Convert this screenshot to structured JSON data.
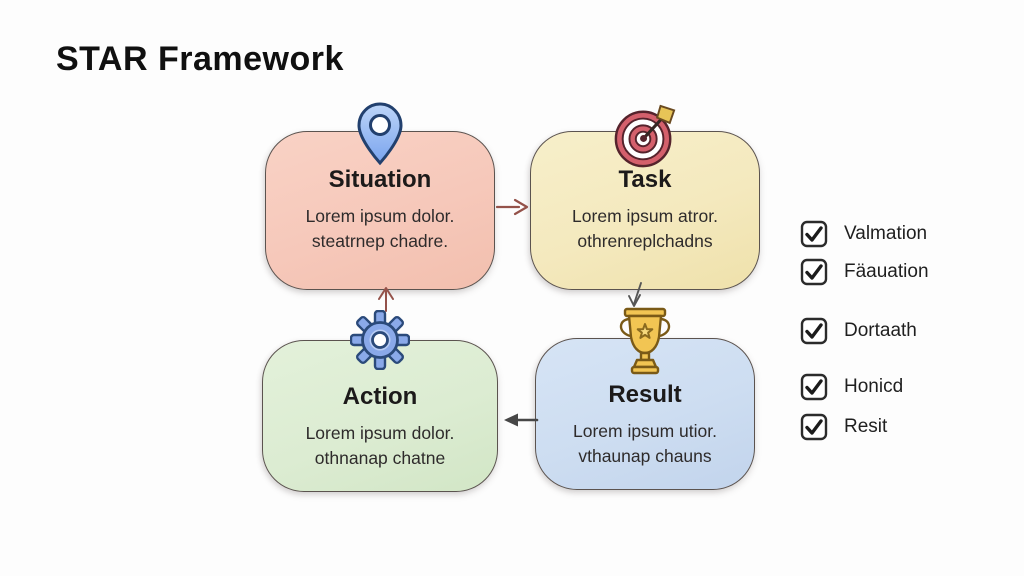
{
  "title": "STAR Framework",
  "boxes": [
    {
      "id": "situation",
      "label": "Situation",
      "icon": "location-pin-icon",
      "fill": "#f6c8ba",
      "lines": [
        "Lorem ipsum dolor.",
        "steatrnep chadre."
      ]
    },
    {
      "id": "task",
      "label": "Task",
      "icon": "target-icon",
      "fill": "#f4e9be",
      "lines": [
        "Lorem ipsum atror.",
        "othrenreplchadns"
      ]
    },
    {
      "id": "action",
      "label": "Action",
      "icon": "gear-icon",
      "fill": "#dcecd2",
      "lines": [
        "Lorem ipsum dolor.",
        "othnanap chatne"
      ]
    },
    {
      "id": "result",
      "label": "Result",
      "icon": "trophy-icon",
      "fill": "#cdddf1",
      "lines": [
        "Lorem ipsum utior.",
        "vthaunap chauns"
      ]
    }
  ],
  "flow": [
    {
      "from": "Situation",
      "to": "Task"
    },
    {
      "from": "Task",
      "to": "Result"
    },
    {
      "from": "Result",
      "to": "Action"
    },
    {
      "from": "Action",
      "to": "Situation"
    }
  ],
  "checklist": [
    {
      "label": "Valmation",
      "checked": true
    },
    {
      "label": "Fäauation",
      "checked": true
    },
    {
      "label": "Dortaath",
      "checked": true
    },
    {
      "label": "Honicd",
      "checked": true
    },
    {
      "label": "Resit",
      "checked": true
    }
  ],
  "colors": {
    "situation_fill": "#f6c8ba",
    "task_fill": "#f4e9be",
    "action_fill": "#dcecd2",
    "result_fill": "#cdddf1",
    "red_arrow": "#94524a",
    "gray_arrow": "#474747",
    "pin_blue": "#86aff0",
    "target_red": "#d4606c",
    "gear_blue": "#8aa9e9",
    "trophy_gold": "#f2c553",
    "title_color": "#101010"
  }
}
